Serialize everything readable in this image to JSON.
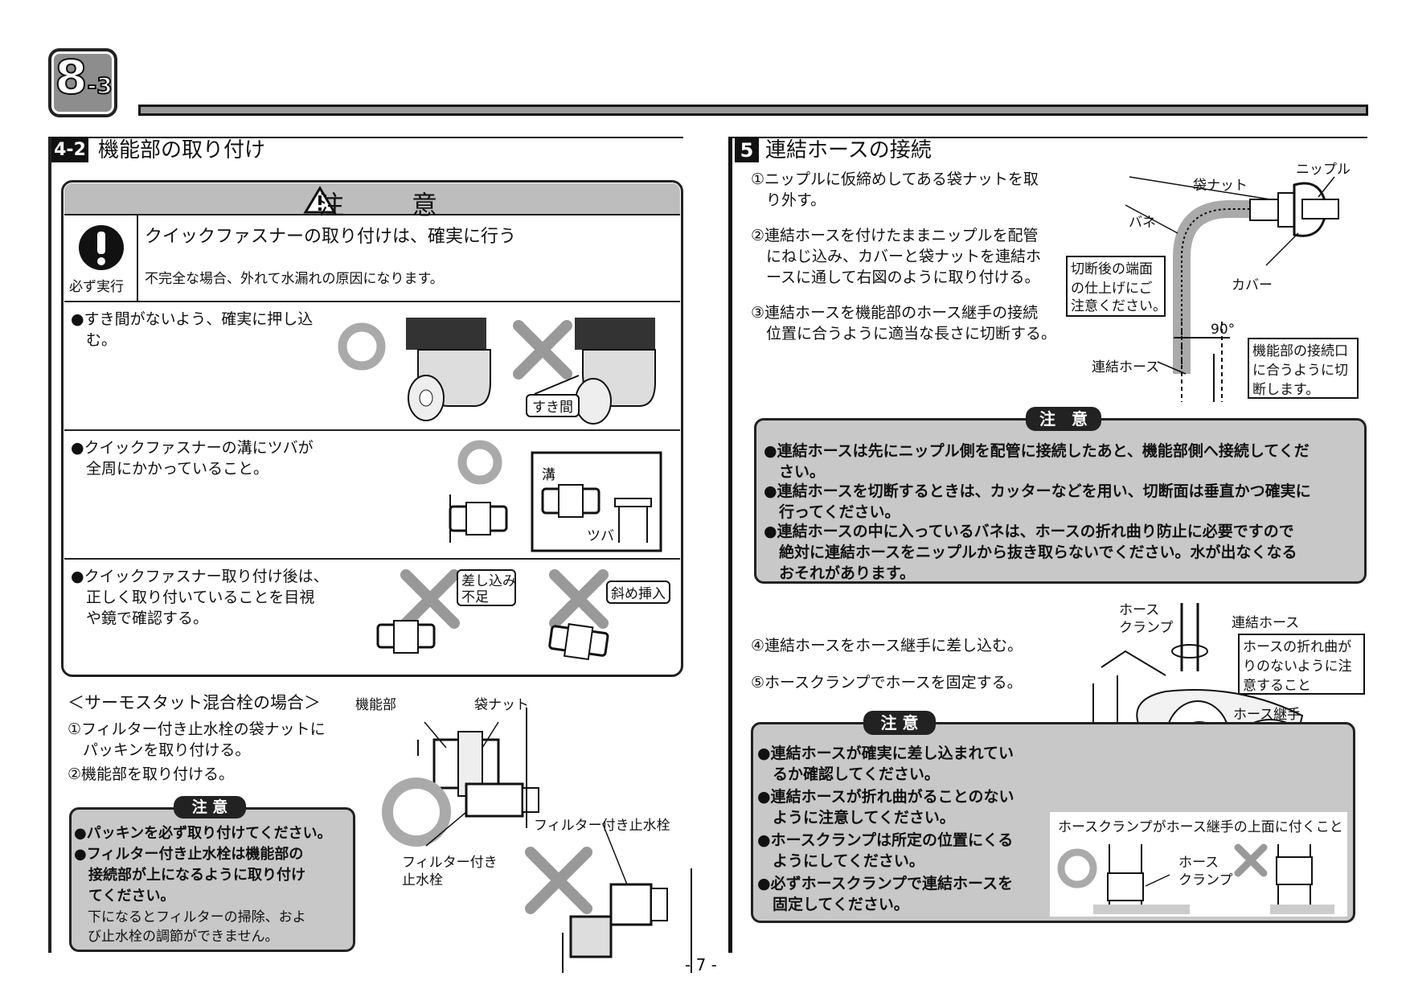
{
  "header": {
    "badge_main": "8",
    "badge_sub": "-3"
  },
  "left": {
    "tag": "4-2",
    "title": "機能部の取り付け",
    "caution": {
      "title": "注　意",
      "must_label": "必ず実行",
      "main_text": "クイックファスナーの取り付けは、確実に行う",
      "sub_text": "不完全な場合、外れて水漏れの原因になります。",
      "items": [
        {
          "lines": [
            "●すき間がないよう、確実に押し込",
            "　む。"
          ],
          "label": "すき間"
        },
        {
          "lines": [
            "●クイックファスナーの溝にツバが",
            "　全周にかかっていること。"
          ],
          "label_groove": "溝",
          "label_flange": "ツバ"
        },
        {
          "lines": [
            "●クイックファスナー取り付け後は、",
            "　正しく取り付いていることを目視",
            "　や鏡で確認する。"
          ],
          "label_a": "差し込み",
          "label_b": "不足",
          "label_c": "斜め挿入"
        }
      ]
    },
    "thermo": {
      "heading": "＜サーモスタット混合栓の場合＞",
      "steps": [
        "①フィルター付き止水栓の袋ナットに",
        "　パッキンを取り付ける。",
        "②機能部を取り付ける。"
      ],
      "labels": {
        "unit": "機能部",
        "nut": "袋ナット",
        "filter_a": "フィルター付き",
        "filter_b": "止水栓",
        "filter_full": "フィルター付き止水栓"
      },
      "note_title": "注 意",
      "note_lines": [
        {
          "text": "●パッキンを必ず取り付けてください。",
          "bold": true
        },
        {
          "text": "●フィルター付き止水栓は機能部の",
          "bold": true
        },
        {
          "text": "　接続部が上になるように取り付け",
          "bold": true
        },
        {
          "text": "　てください。",
          "bold": true
        },
        {
          "text": "　下になるとフィルターの掃除、およ",
          "bold": false
        },
        {
          "text": "　び止水栓の調節ができません。",
          "bold": false
        }
      ]
    }
  },
  "right": {
    "tag": "5",
    "title": "連結ホースの接続",
    "steps_top": [
      "①ニップルに仮締めしてある袋ナットを取",
      "　り外す。",
      "②連結ホースを付けたままニップルを配管",
      "　にねじ込み、カバーと袋ナットを連結ホ",
      "　ースに通して右図のように取り付ける。",
      "③連結ホースを機能部のホース継手の接続",
      "　位置に合うように適当な長さに切断する。"
    ],
    "diagram1": {
      "nipple": "ニップル",
      "nut": "袋ナット",
      "spring": "バネ",
      "cover": "カバー",
      "cut_note": [
        "切断後の端面",
        "の仕上げにご",
        "注意ください。"
      ],
      "angle": "90°",
      "hose": "連結ホース",
      "cut_len": [
        "機能部の接続口",
        "に合うように切",
        "断します。"
      ]
    },
    "note1_title": "注　意",
    "note1_lines": [
      "●連結ホースは先にニップル側を配管に接続したあと、機能部側へ接続してくだ",
      "　さい。",
      "●連結ホースを切断するときは、カッターなどを用い、切断面は垂直かつ確実に",
      "　行ってください。",
      "●連結ホースの中に入っているバネは、ホースの折れ曲り防止に必要ですので",
      "　絶対に連結ホースをニップルから抜き取らないでください。水が出なくなる",
      "　おそれがあります。"
    ],
    "steps_bottom": [
      "④連結ホースをホース継手に差し込む。",
      "⑤ホースクランプでホースを固定する。"
    ],
    "diagram2": {
      "clamp": [
        "ホース",
        "クランプ"
      ],
      "hose": "連結ホース",
      "bend_note": [
        "ホースの折れ曲が",
        "りのないように注",
        "意すること"
      ],
      "fitting": "ホース継手"
    },
    "note2_title": "注 意",
    "note2_lines": [
      "●連結ホースが確実に差し込まれてい",
      "　るか確認してください。",
      "●連結ホースが折れ曲がることのない",
      "　ように注意してください。",
      "●ホースクランプは所定の位置にくる",
      "　ようにしてください。",
      "●必ずホースクランプで連結ホースを",
      "　固定してください。"
    ],
    "clamp_box": {
      "title": "ホースクランプがホース継手の上面に付くこと",
      "label": [
        "ホース",
        "クランプ"
      ]
    }
  },
  "footer": {
    "page": "- 7 -"
  }
}
